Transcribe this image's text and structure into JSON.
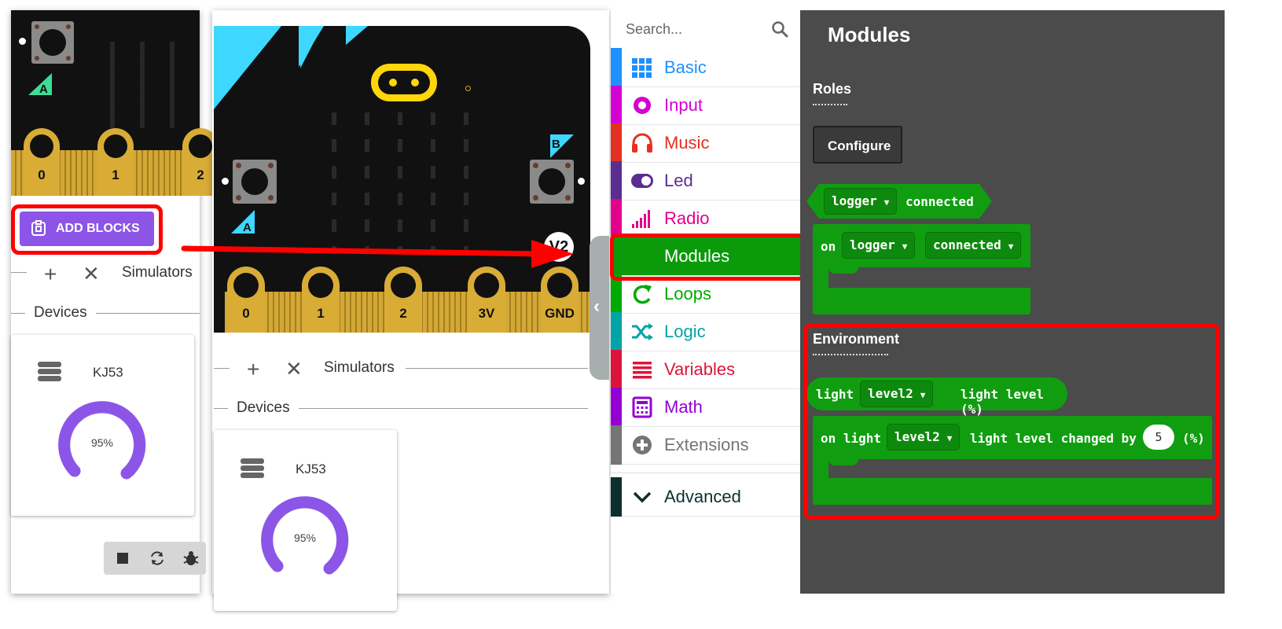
{
  "left_panel": {
    "add_blocks_label": "ADD BLOCKS",
    "pins": [
      "0",
      "1",
      "2"
    ],
    "button_a": "A",
    "simulators_label": "Simulators",
    "devices_label": "Devices",
    "device": {
      "name": "KJ53",
      "percent_label": "95%",
      "percent": 95
    }
  },
  "middle_panel": {
    "button_a": "A",
    "button_b": "B",
    "version_badge": "V2",
    "pins": [
      "0",
      "1",
      "2",
      "3V",
      "GND"
    ],
    "simulators_label": "Simulators",
    "devices_label": "Devices",
    "device": {
      "name": "KJ53",
      "percent_label": "95%",
      "percent": 95
    }
  },
  "toolbox": {
    "search_placeholder": "Search...",
    "items": [
      {
        "label": "Basic",
        "color": "#1e90ff",
        "icon": "grid-icon"
      },
      {
        "label": "Input",
        "color": "#d400d4",
        "icon": "target-icon"
      },
      {
        "label": "Music",
        "color": "#e63022",
        "icon": "headphones-icon"
      },
      {
        "label": "Led",
        "color": "#5c2d91",
        "icon": "toggle-icon"
      },
      {
        "label": "Radio",
        "color": "#e3008c",
        "icon": "signal-bars-icon"
      },
      {
        "label": "Modules",
        "color": "#0a9a0a",
        "icon": "none"
      },
      {
        "label": "Loops",
        "color": "#00aa00",
        "icon": "refresh-icon"
      },
      {
        "label": "Logic",
        "color": "#00a4a6",
        "icon": "shuffle-icon"
      },
      {
        "label": "Variables",
        "color": "#dc143c",
        "icon": "list-icon"
      },
      {
        "label": "Math",
        "color": "#9400d3",
        "icon": "calculator-icon"
      },
      {
        "label": "Extensions",
        "color": "#757575",
        "icon": "plus-circle-icon"
      },
      {
        "label": "Advanced",
        "color": "#0d2f2f",
        "icon": "chevron-down-icon"
      }
    ]
  },
  "flyout": {
    "title": "Modules",
    "roles_heading": "Roles",
    "configure_label": "Configure",
    "block1": {
      "dropdown": "logger",
      "text": "connected"
    },
    "block2": {
      "on": "on",
      "dropdown1": "logger",
      "dropdown2": "connected"
    },
    "environment_heading": "Environment",
    "block3": {
      "light": "light",
      "dropdown": "level2",
      "text": "light level (%)"
    },
    "block4": {
      "on_light": "on light",
      "dropdown": "level2",
      "text": "light level changed by",
      "value": "5",
      "suffix": "(%)"
    }
  },
  "colors": {
    "accent_purple": "#8c55e8",
    "highlight_red": "#ff0000",
    "block_green": "#109e10",
    "flyout_bg": "#4b4b4b"
  }
}
